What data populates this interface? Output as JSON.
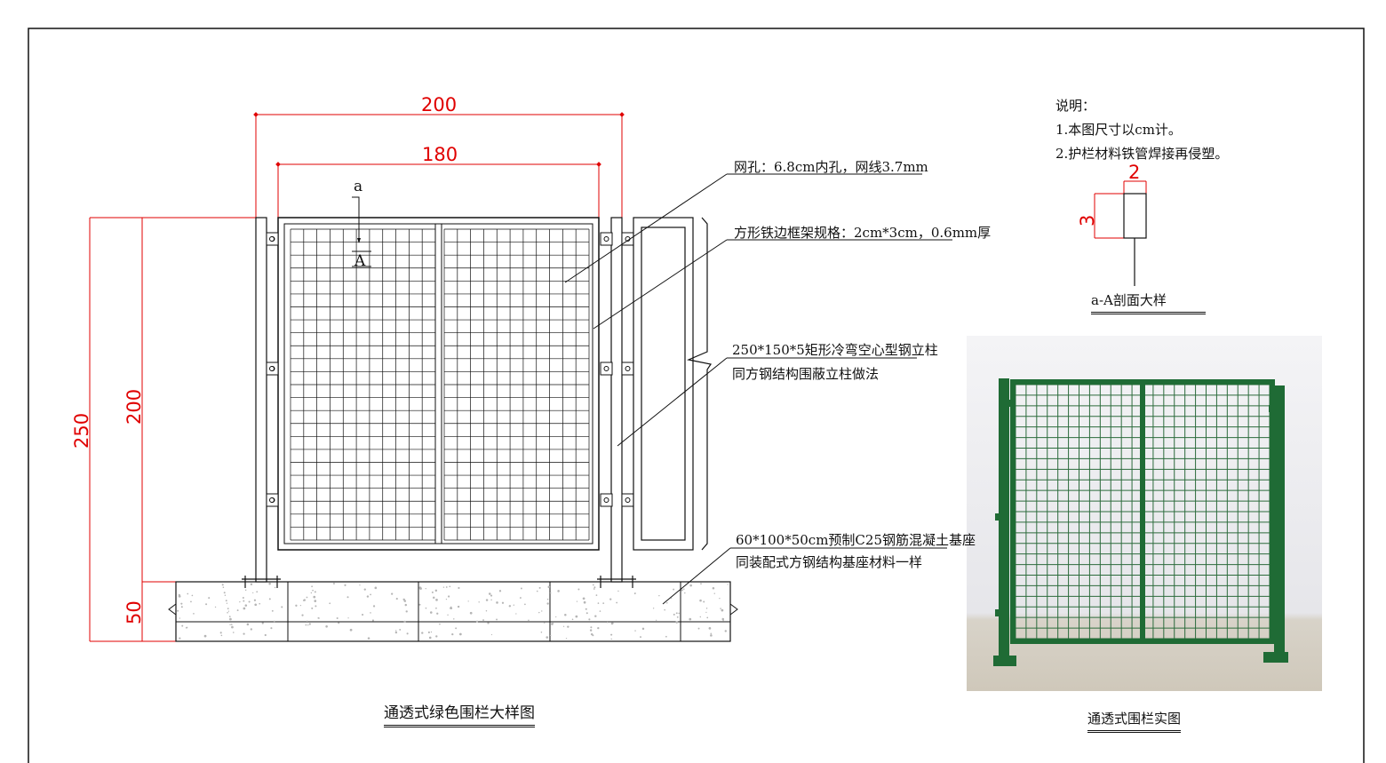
{
  "drawing": {
    "dims": {
      "width_outer": "200",
      "width_inner": "180",
      "height_total": "250",
      "height_fence": "200",
      "height_base": "50",
      "section_width": "2",
      "section_height": "3"
    },
    "section_marks": {
      "lower": "a",
      "upper": "A"
    },
    "callouts": {
      "mesh": "网孔：6.8cm内孔，网线3.7mm",
      "frame": "方形铁边框架规格：2cm*3cm，0.6mm厚",
      "post_line1": "250*150*5矩形冷弯空心型钢立柱",
      "post_line2": "同方钢结构围蔽立柱做法",
      "base_line1": "60*100*50cm预制C25钢筋混凝土基座",
      "base_line2": "同装配式方钢结构基座材料一样"
    },
    "titles": {
      "main": "通透式绿色围栏大样图",
      "photo": "通透式围栏实图",
      "section": "a-A剖面大样"
    }
  },
  "notes": {
    "heading": "说明：",
    "items": [
      "1.本图尺寸以cm计。",
      "2.护栏材料铁管焊接再侵塑。"
    ]
  },
  "colors": {
    "dimension": "#e00000",
    "line": "#111111",
    "fence_green": "#1f6b35"
  }
}
